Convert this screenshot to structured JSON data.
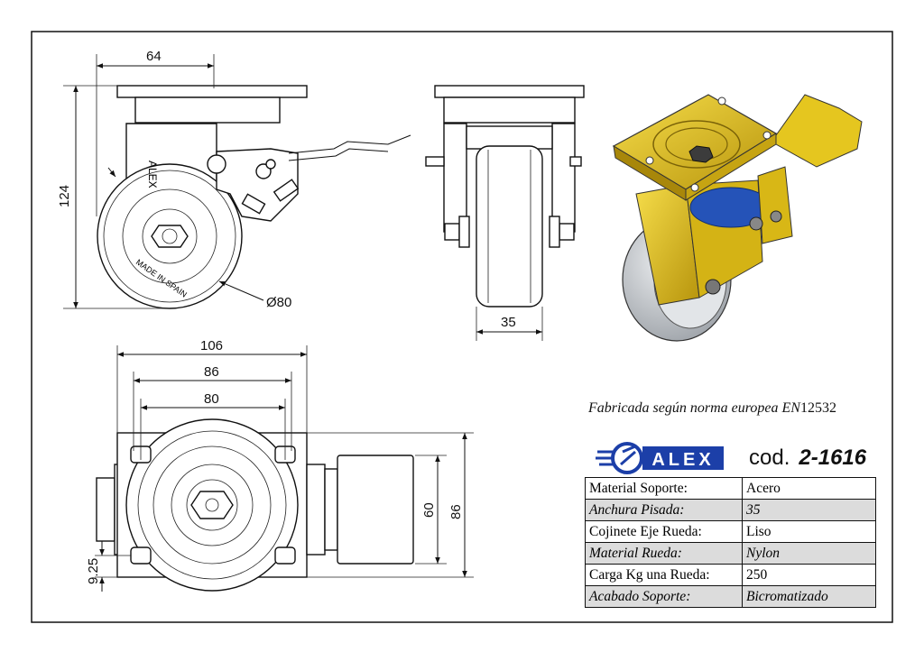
{
  "dimensions": {
    "side_width": "64",
    "side_height": "124",
    "wheel_diameter": "Ø80",
    "front_tread": "35",
    "plate_width": "106",
    "plate_width_inner": "86",
    "bolt_spacing_x": "80",
    "bolt_spacing_y": "60",
    "plate_depth": "86",
    "hole_offset": "9.25"
  },
  "wheel_marking": {
    "brand": "ALEX",
    "made_in": "MADE IN SPAIN"
  },
  "note": {
    "text": "Fabricada según norma europea EN",
    "standard": "12532"
  },
  "logo": {
    "text": "ALEX"
  },
  "code": {
    "label": "cod.",
    "value": "2-1616"
  },
  "specs": [
    {
      "key": "Material Soporte:",
      "value": "Acero"
    },
    {
      "key": "Anchura Pisada:",
      "value": "35"
    },
    {
      "key": "Cojinete Eje Rueda:",
      "value": "Liso"
    },
    {
      "key": "Material Rueda:",
      "value": "Nylon"
    },
    {
      "key": "Carga Kg una Rueda:",
      "value": "250"
    },
    {
      "key": "Acabado Soporte:",
      "value": "Bicromatizado"
    }
  ],
  "colors": {
    "zinc_yellow": "#e8c81e",
    "bearing_blue": "#2553b8",
    "wheel_grey": "#c9ccd0",
    "logo_blue": "#1c3fa8"
  }
}
